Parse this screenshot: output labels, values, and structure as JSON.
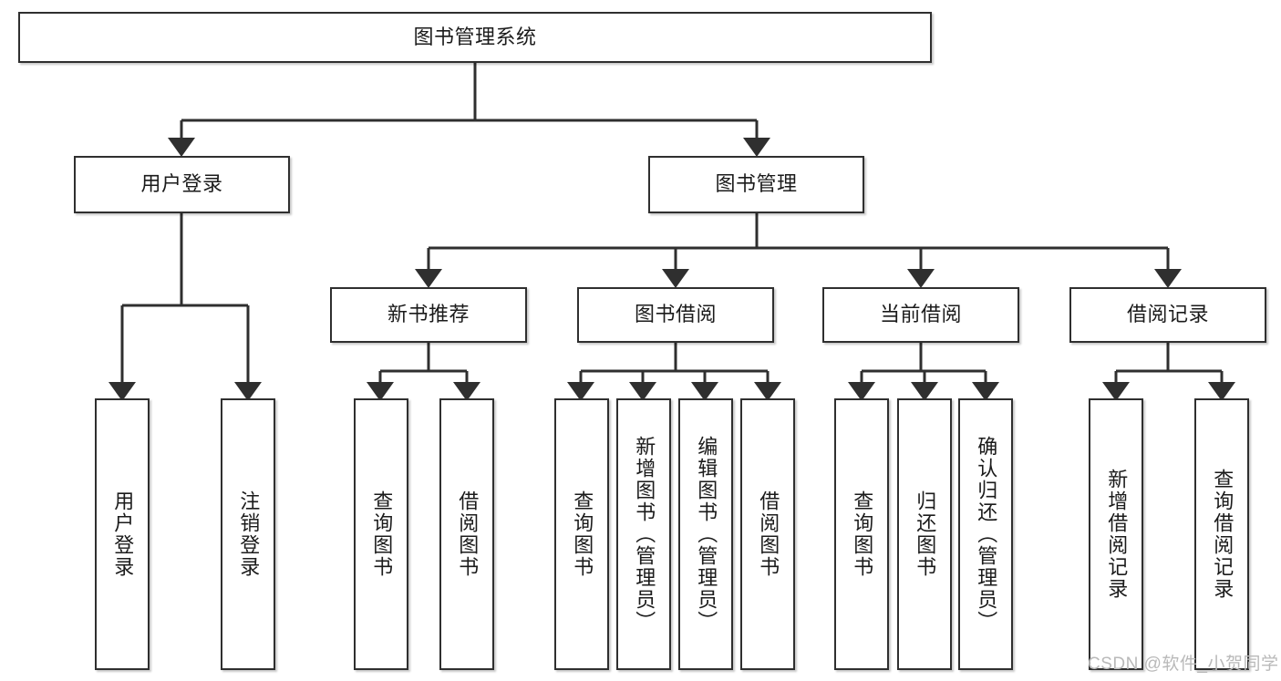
{
  "diagram": {
    "type": "tree",
    "title": "图书管理系统",
    "colors": {
      "box_border": "#2f2f2f",
      "box_fill": "#ffffff",
      "edge": "#2f2f2f",
      "text": "#1b1b1b",
      "watermark": "#b9b9b9"
    },
    "root": {
      "label": "图书管理系统"
    },
    "level2": [
      {
        "label": "用户登录"
      },
      {
        "label": "图书管理"
      }
    ],
    "level3": [
      {
        "label": "新书推荐"
      },
      {
        "label": "图书借阅"
      },
      {
        "label": "当前借阅"
      },
      {
        "label": "借阅记录"
      }
    ],
    "leaves": {
      "user_login": [
        {
          "label": "用户登录"
        },
        {
          "label": "注销登录"
        }
      ],
      "new_book_recommend": [
        {
          "label": "查询图书"
        },
        {
          "label": "借阅图书"
        }
      ],
      "book_borrow": [
        {
          "label": "查询图书"
        },
        {
          "label": "新增图书（管理员）"
        },
        {
          "label": "编辑图书（管理员）"
        },
        {
          "label": "借阅图书"
        }
      ],
      "current_borrow": [
        {
          "label": "查询图书"
        },
        {
          "label": "归还图书"
        },
        {
          "label": "确认归还（管理员）"
        }
      ],
      "borrow_record": [
        {
          "label": "新增借阅记录"
        },
        {
          "label": "查询借阅记录"
        }
      ]
    }
  },
  "watermark": {
    "text": "CSDN @软件_小贺同学"
  }
}
